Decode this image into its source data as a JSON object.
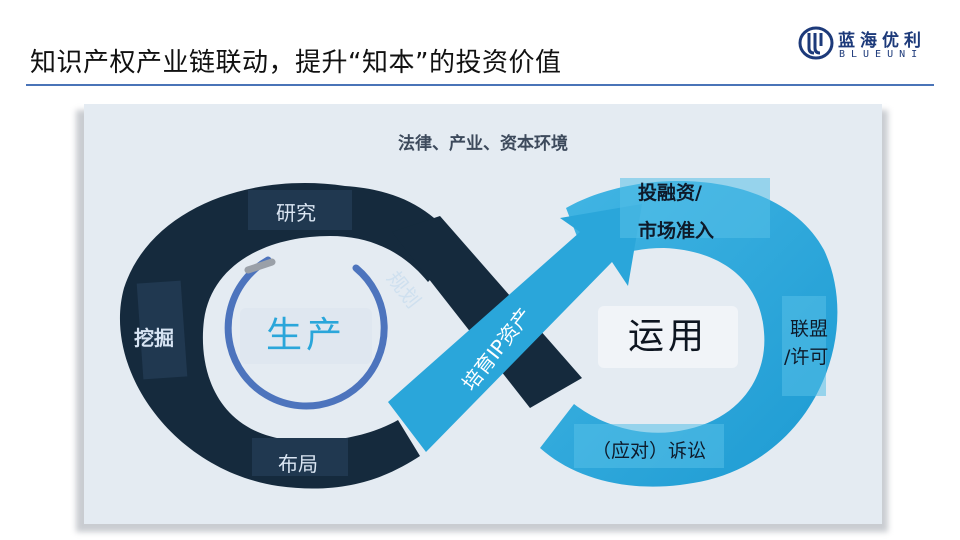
{
  "header": {
    "title": "知识产权产业链联动，提升“知本”的投资价值"
  },
  "logo": {
    "name_cn": "蓝海优利",
    "name_en": "BLUEUNI"
  },
  "diagram": {
    "environment_label": "法律、产业、资本环境",
    "left_loop": {
      "center": "生产",
      "steps": [
        "研究",
        "规划",
        "挖掘",
        "布局"
      ]
    },
    "crossover": "培育IP资产",
    "right_loop": {
      "center": "运用",
      "step_top_line1": "投融资/",
      "step_top_line2": "市场准入",
      "step_right_line1": "联盟",
      "step_right_line2": "/许可",
      "step_bottom": "（应对）诉讼"
    }
  },
  "colors": {
    "dark_band": "#152a3d",
    "light_band": "#2aa6da",
    "panel": "#e4ebf2",
    "center_ring": "#4d74bd",
    "rule": "#4a74b8"
  }
}
